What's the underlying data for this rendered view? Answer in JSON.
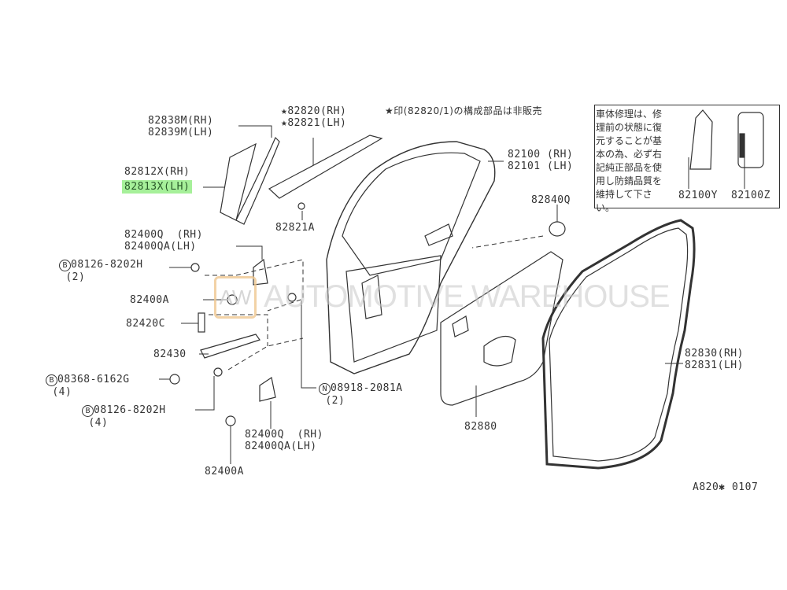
{
  "diagram": {
    "note_top": "★印(82820/1)の構成部品は非販売",
    "repair_note": "車体修理は、修理前の状態に復元することが基本の為、必ず右記純正部品を使用し防錆品質を維持して下さい。",
    "diagram_code": "A820✱ 0107",
    "watermark": {
      "logo": "AW",
      "text": "AUTOMOTIVE WAREHOUSE"
    },
    "highlight_color": "#a6f09a",
    "parts": {
      "p82838": "82838M(RH)\n82839M(LH)",
      "p82812": "82812X(RH)",
      "p82813": "82813X(LH)",
      "p82820": "★82820(RH)\n★82821(LH)",
      "p82821a": "82821A",
      "p82100": "82100 (RH)\n82101 (LH)",
      "p82840q": "82840Q",
      "p82100y": "82100Y",
      "p82100z": "82100Z",
      "p82400q_top": "82400Q  (RH)\n82400QA(LH)",
      "b08126_top": "08126-8202H\n (2)",
      "p82400a_1": "82400A",
      "p82420c": "82420C",
      "p82430": "82430",
      "b08368": "08368-6162G\n (4)",
      "b08126_bot": "08126-8202H\n (4)",
      "n08918": "08918-2081A\n (2)",
      "p82400q_bot": "82400Q  (RH)\n82400QA(LH)",
      "p82400a_2": "82400A",
      "p82880": "82880",
      "p82830": "82830(RH)\n82831(LH)"
    },
    "symbols": {
      "b": "B",
      "n": "N"
    }
  }
}
